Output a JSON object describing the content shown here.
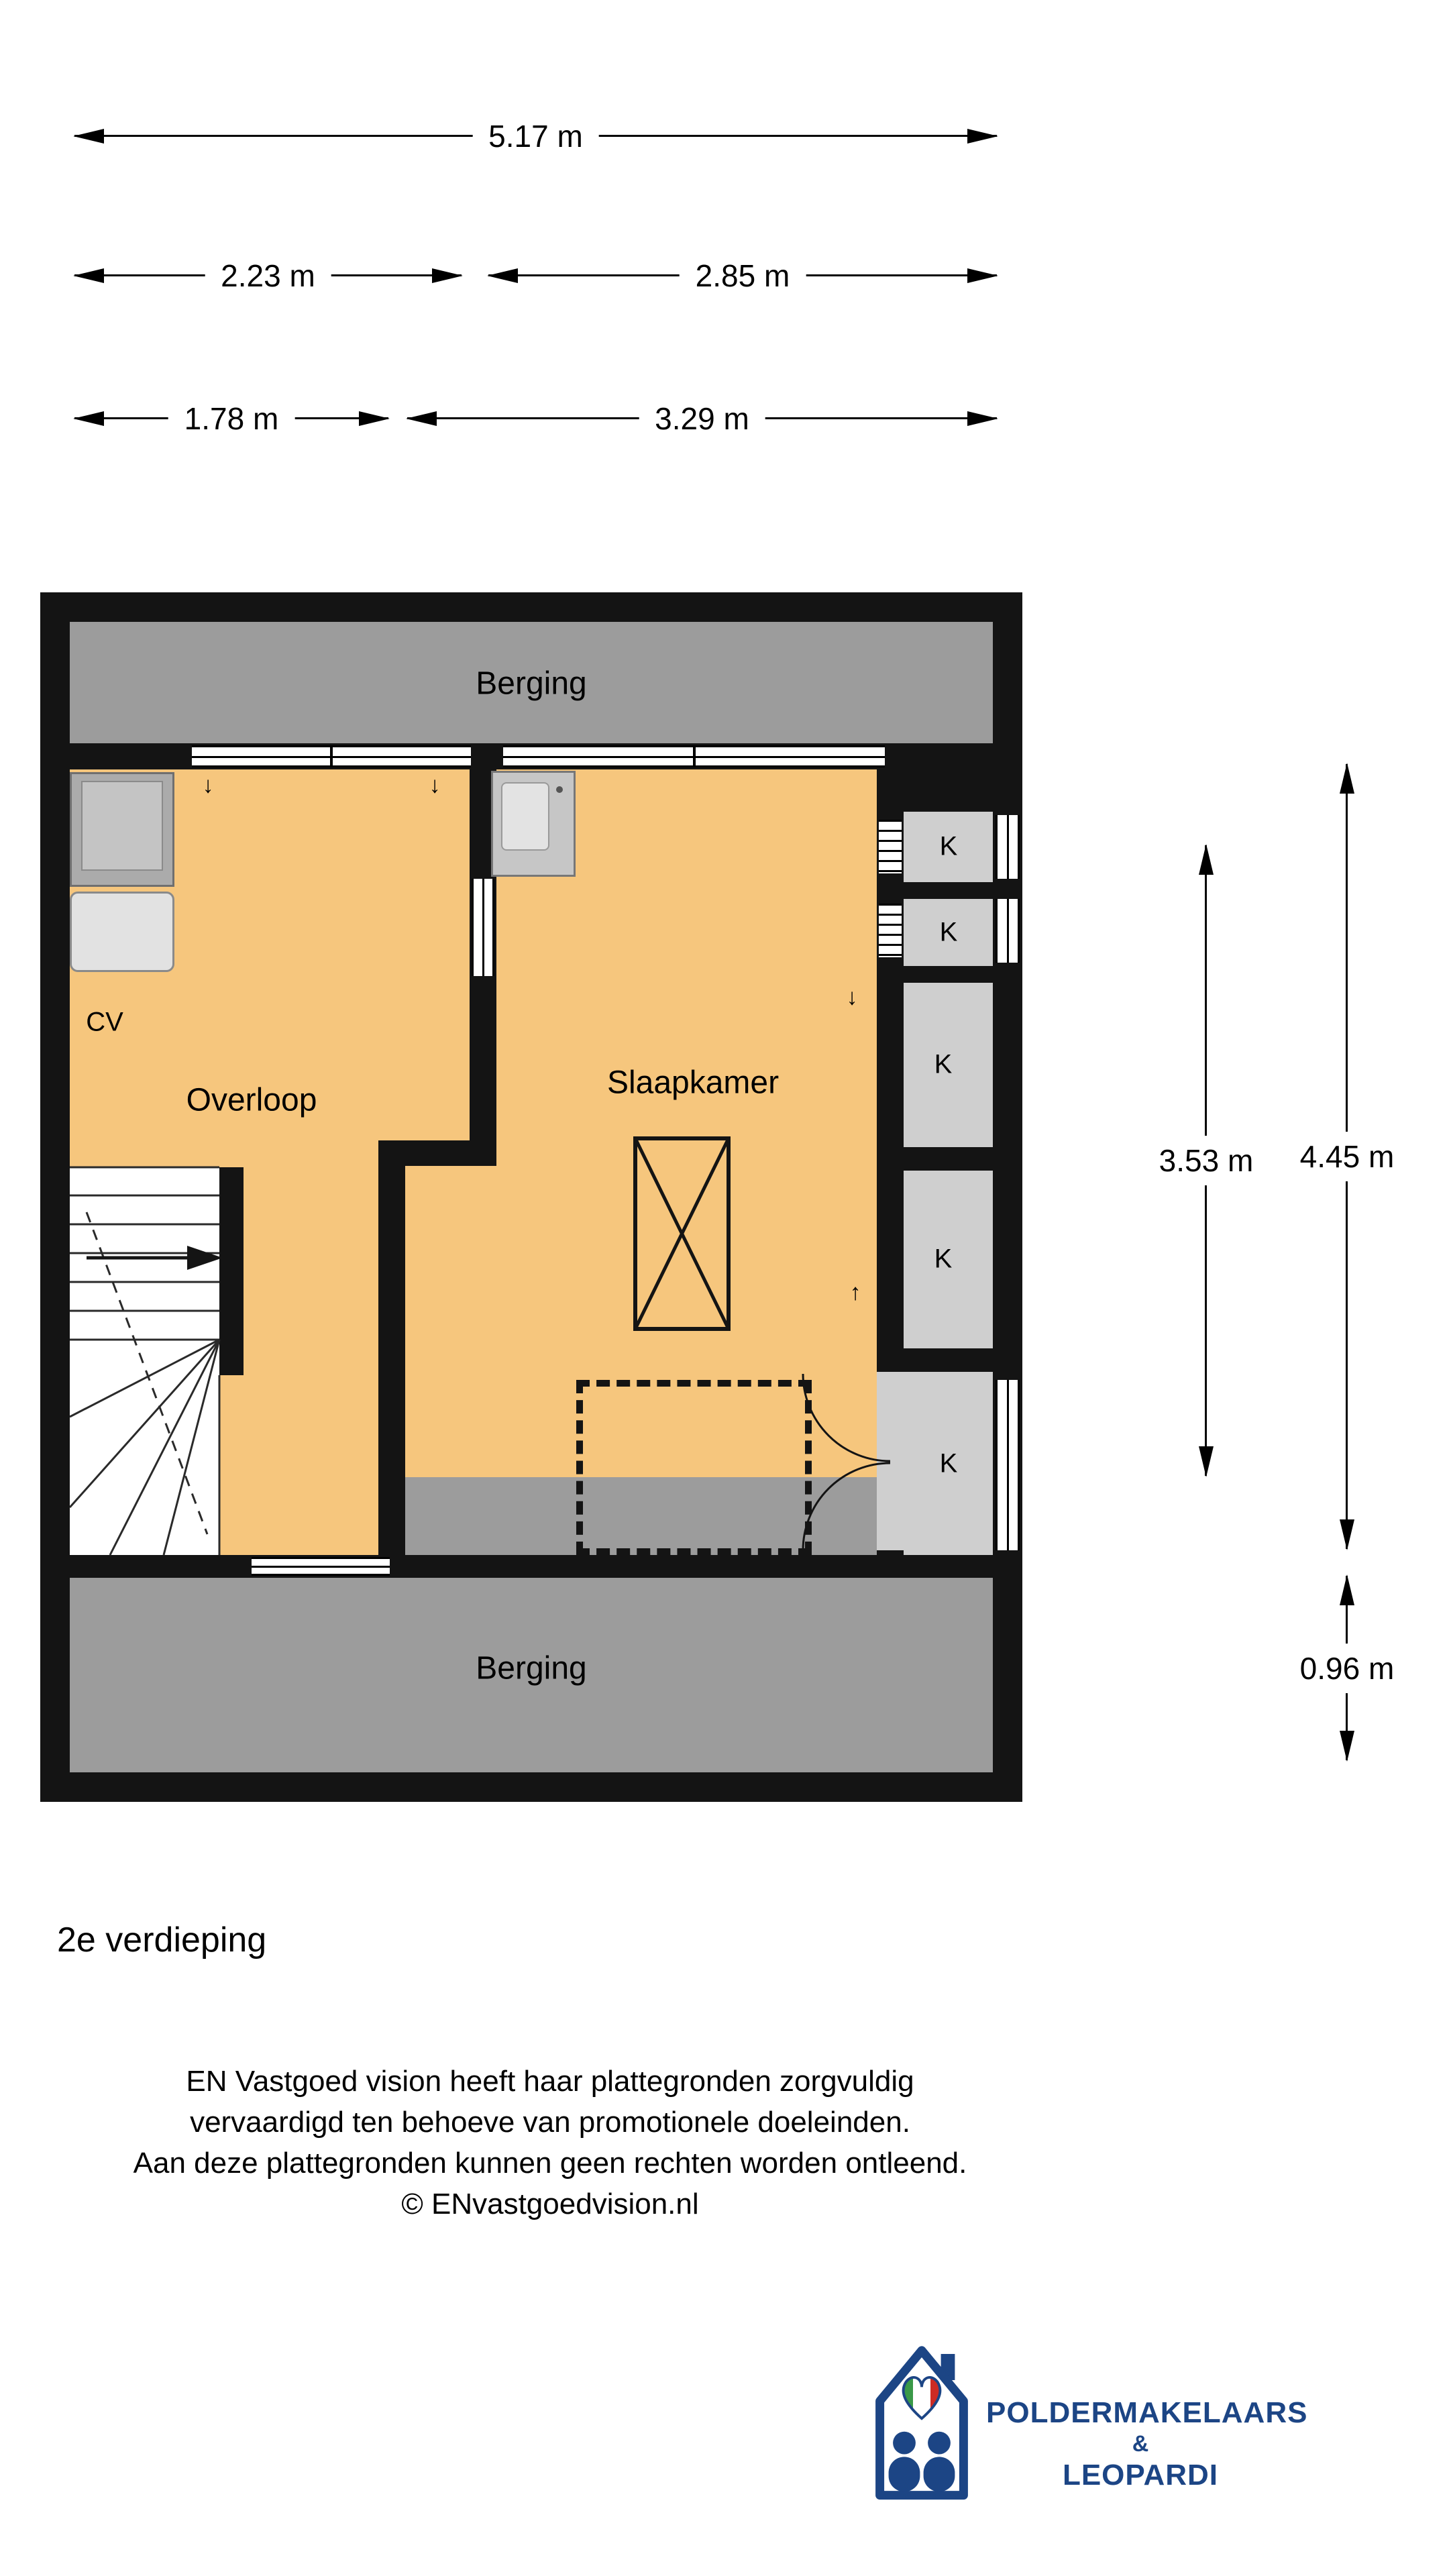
{
  "plan": {
    "rooms": {
      "berging_top": "Berging",
      "overloop": "Overloop",
      "slaapkamer": "Slaapkamer",
      "cv": "CV",
      "berging_bottom": "Berging",
      "closets": [
        "K",
        "K",
        "K",
        "K",
        "K"
      ]
    },
    "symbols": {
      "arrow_down": "↓",
      "arrow_up": "↑"
    }
  },
  "dimensions": {
    "width_total": "5.17 m",
    "width_left": "2.23 m",
    "width_right": "2.85 m",
    "width_left2": "1.78 m",
    "width_right2": "3.29 m",
    "height_inner": "3.53 m",
    "height_main": "4.45 m",
    "height_bottom": "0.96 m"
  },
  "floor_label": "2e verdieping",
  "disclaimer": [
    "EN Vastgoed vision heeft haar plattegronden zorgvuldig",
    "vervaardigd ten behoeve van promotionele doeleinden.",
    "Aan deze plattegronden kunnen geen rechten worden ontleend.",
    "© ENvastgoedvision.nl"
  ],
  "logo": {
    "line1": "POLDERMAKELAARS",
    "line2": "&",
    "line3": "LEOPARDI"
  },
  "colors": {
    "wall": "#141414",
    "floor": "#f6c67d",
    "storage_grey": "#9c9c9c",
    "closet_grey": "#cfcfcf",
    "logo_blue": "#1c4585",
    "heart_green": "#3a9948",
    "heart_red": "#cc2b24"
  }
}
